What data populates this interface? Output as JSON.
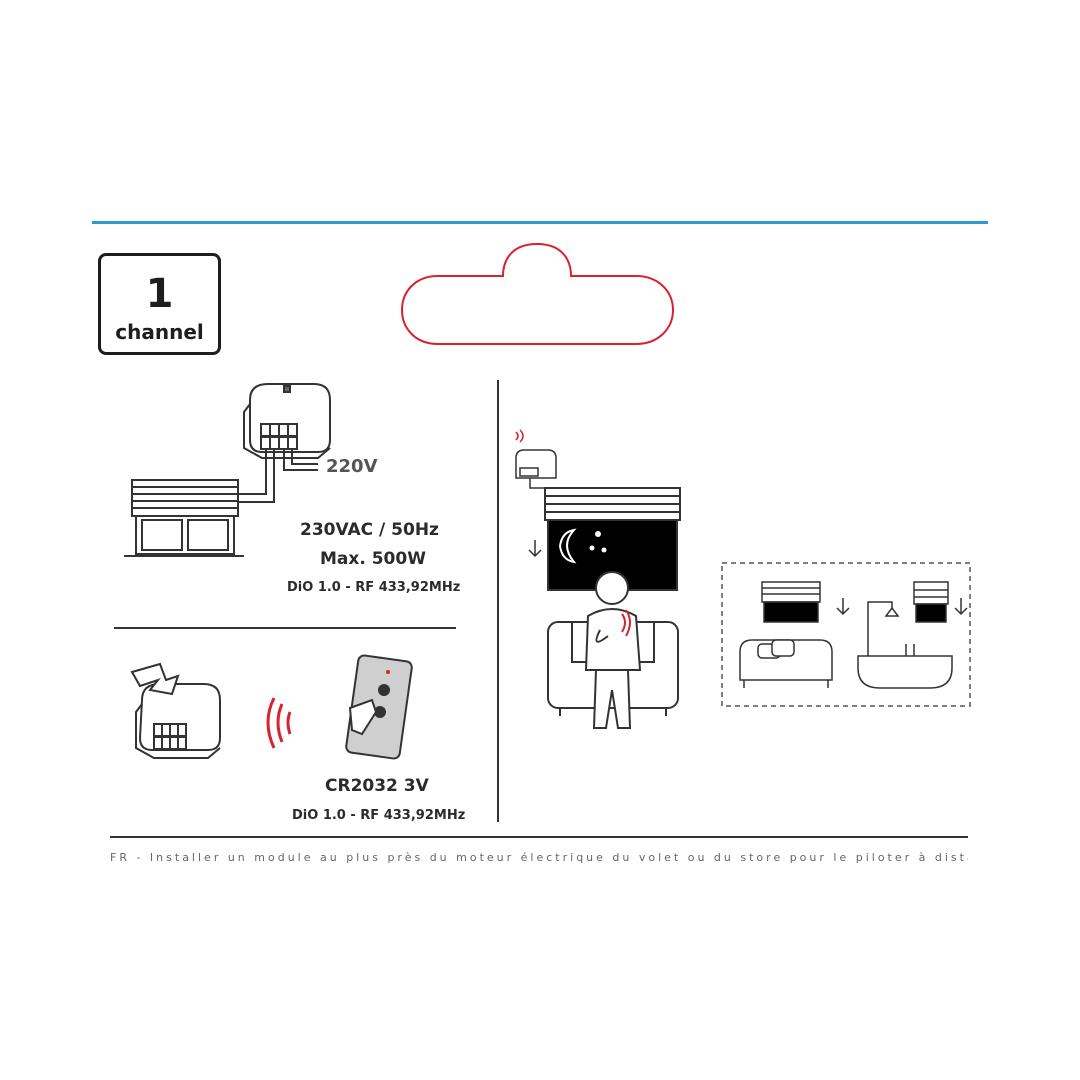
{
  "channel": {
    "number": "1",
    "label": "channel"
  },
  "labels": {
    "voltage": "220V",
    "spec_power": "230VAC / 50Hz",
    "spec_max": "Max. 500W",
    "spec_rf_1": "DiO 1.0 - RF 433,92MHz",
    "battery": "CR2032 3V",
    "spec_rf_2": "DiO 1.0 - RF 433,92MHz"
  },
  "footer": {
    "text": "FR - Installer un module au plus près du moteur électrique du volet ou du store pour le piloter à distance facilement"
  },
  "colors": {
    "accent_rule": "#2a9bd0",
    "brand_red": "#d6232f",
    "line": "#333333"
  },
  "icons": [
    "module-icon",
    "shutter-window-icon",
    "remote-icon",
    "radio-waves-icon",
    "pairing-arrow-icon",
    "moon-stars-icon",
    "person-sofa-icon",
    "bed-icon",
    "bath-icon",
    "shower-icon",
    "down-arrow-icon"
  ]
}
